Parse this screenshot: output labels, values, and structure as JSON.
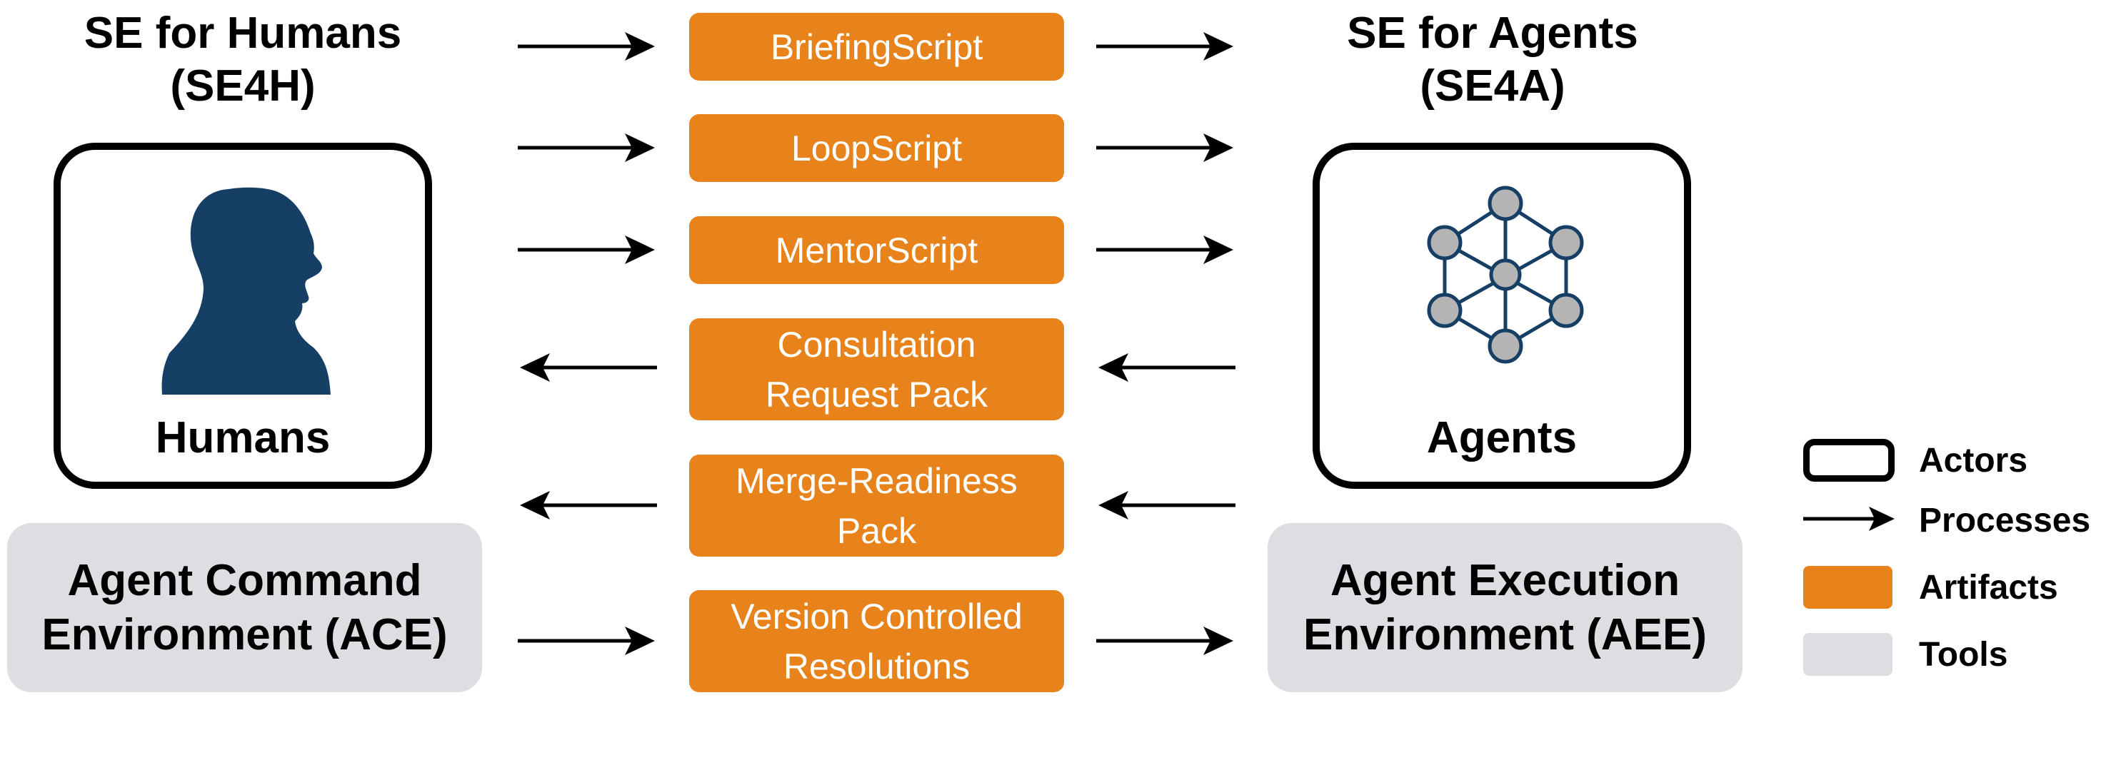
{
  "left": {
    "title_line1": "SE for Humans",
    "title_line2": "(SE4H)",
    "actor_label": "Humans",
    "tool_line1": "Agent Command",
    "tool_line2": "Environment (ACE)"
  },
  "right": {
    "title_line1": "SE for Agents",
    "title_line2": "(SE4A)",
    "actor_label": "Agents",
    "tool_line1": "Agent Execution",
    "tool_line2": "Environment (AEE)"
  },
  "artifacts": [
    {
      "line1": "BriefingScript",
      "line2": "",
      "direction": "right"
    },
    {
      "line1": "LoopScript",
      "line2": "",
      "direction": "right"
    },
    {
      "line1": "MentorScript",
      "line2": "",
      "direction": "right"
    },
    {
      "line1": "Consultation",
      "line2": "Request Pack",
      "direction": "left"
    },
    {
      "line1": "Merge-Readiness",
      "line2": "Pack",
      "direction": "left"
    },
    {
      "line1": "Version Controlled",
      "line2": "Resolutions",
      "direction": "right"
    }
  ],
  "legend": {
    "actors": "Actors",
    "processes": "Processes",
    "artifacts": "Artifacts",
    "tools": "Tools"
  },
  "colors": {
    "artifact": "#e8831b",
    "tool": "#dcdee1",
    "human_icon": "#163f66",
    "node_fill": "#b4b4b4",
    "node_stroke": "#163f66"
  },
  "icons": {
    "humans": "human-head-icon",
    "agents": "network-graph-icon"
  }
}
